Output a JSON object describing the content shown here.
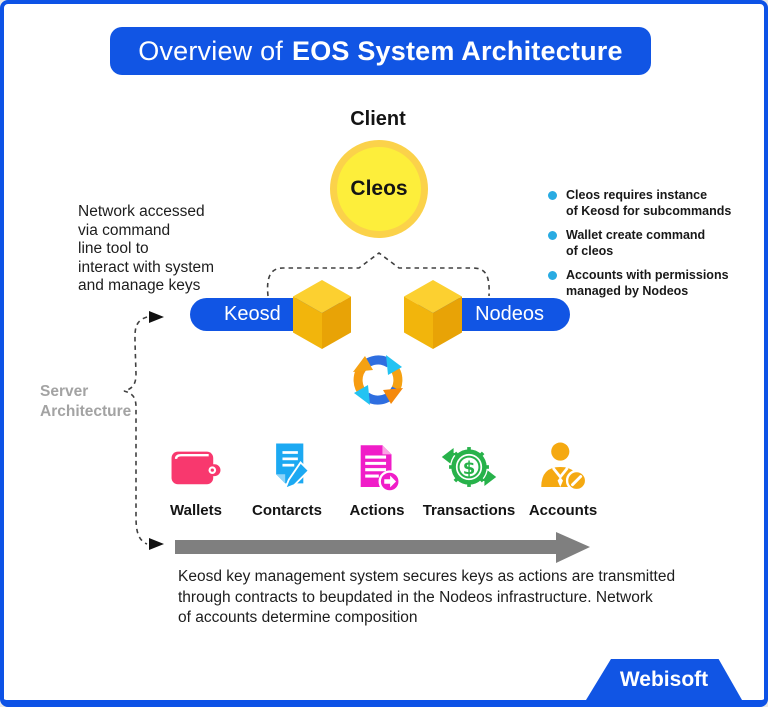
{
  "title": {
    "regular": "Overview of",
    "bold": "EOS System Architecture"
  },
  "client": {
    "heading": "Client",
    "node_label": "Cleos"
  },
  "left_note": "Network accessed\nvia command\nline tool to\ninteract with system\nand manage keys",
  "notes": [
    {
      "text": "Cleos requires instance\nof Keosd for subcommands"
    },
    {
      "text": "Wallet create command\nof cleos"
    },
    {
      "text": "Accounts with permissions\nmanaged by Nodeos"
    }
  ],
  "servers": {
    "left": "Keosd",
    "right": "Nodeos",
    "section_label": "Server\nArchitecture"
  },
  "components": [
    {
      "label": "Wallets",
      "icon": "wallet-icon",
      "color": "#f8386e"
    },
    {
      "label": "Contarcts",
      "icon": "contract-icon",
      "color": "#1ca9f2"
    },
    {
      "label": "Actions",
      "icon": "action-document-icon",
      "color": "#f01dc8"
    },
    {
      "label": "Transactions",
      "icon": "transaction-icon",
      "color": "#27b24a"
    },
    {
      "label": "Accounts",
      "icon": "account-icon",
      "color": "#f5a911"
    }
  ],
  "flow_caption": "Keosd key management system secures keys as actions are transmitted\nthrough contracts to beupdated in the Nodeos infrastructure. Network\nof accounts determine composition",
  "brand": {
    "name": "Webisoft"
  },
  "colors": {
    "frame_blue": "#0d52e6",
    "banner_blue": "#1155e4",
    "node_yellow": "#fdee3b",
    "node_ring": "#fbd24a",
    "bullet_cyan": "#29abe2",
    "cube_top": "#fcd030",
    "cube_left": "#f2b50c",
    "cube_right": "#e8a306",
    "cycle_blue": "#2e6ee0",
    "cycle_cyan": "#23c3f2",
    "cycle_orange": "#f5a112",
    "arrow_gray": "#7f7f7f",
    "section_label_gray": "#a3a3a3"
  }
}
